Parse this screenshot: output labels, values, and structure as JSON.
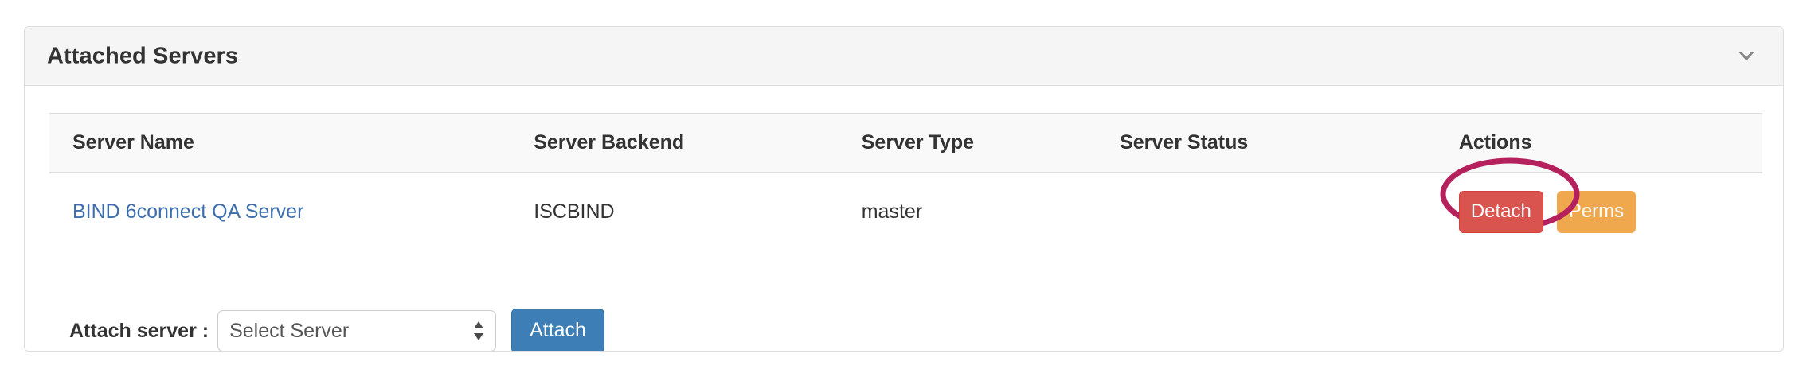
{
  "panel": {
    "title": "Attached Servers",
    "collapse_icon": "chevron-down-icon"
  },
  "table": {
    "columns": [
      "Server Name",
      "Server Backend",
      "Server Type",
      "Server Status",
      "Actions"
    ],
    "rows": [
      {
        "server_name": "BIND 6connect QA Server",
        "server_backend": "ISCBIND",
        "server_type": "master",
        "server_status": "",
        "actions": {
          "detach_label": "Detach",
          "perms_label": "Perms"
        }
      }
    ]
  },
  "attach": {
    "label": "Attach server :",
    "select_value": "Select Server",
    "button_label": "Attach"
  },
  "annotation": {
    "shape": "ellipse",
    "target": "Detach",
    "color": "#b5215c"
  },
  "colors": {
    "link": "#3c6ead",
    "detach_button": "#d9534f",
    "perms_button": "#efa84d",
    "attach_button": "#3c7eb5",
    "panel_header_bg": "#f5f5f5",
    "table_header_bg": "#f9f9f9",
    "annotation": "#b5215c"
  }
}
